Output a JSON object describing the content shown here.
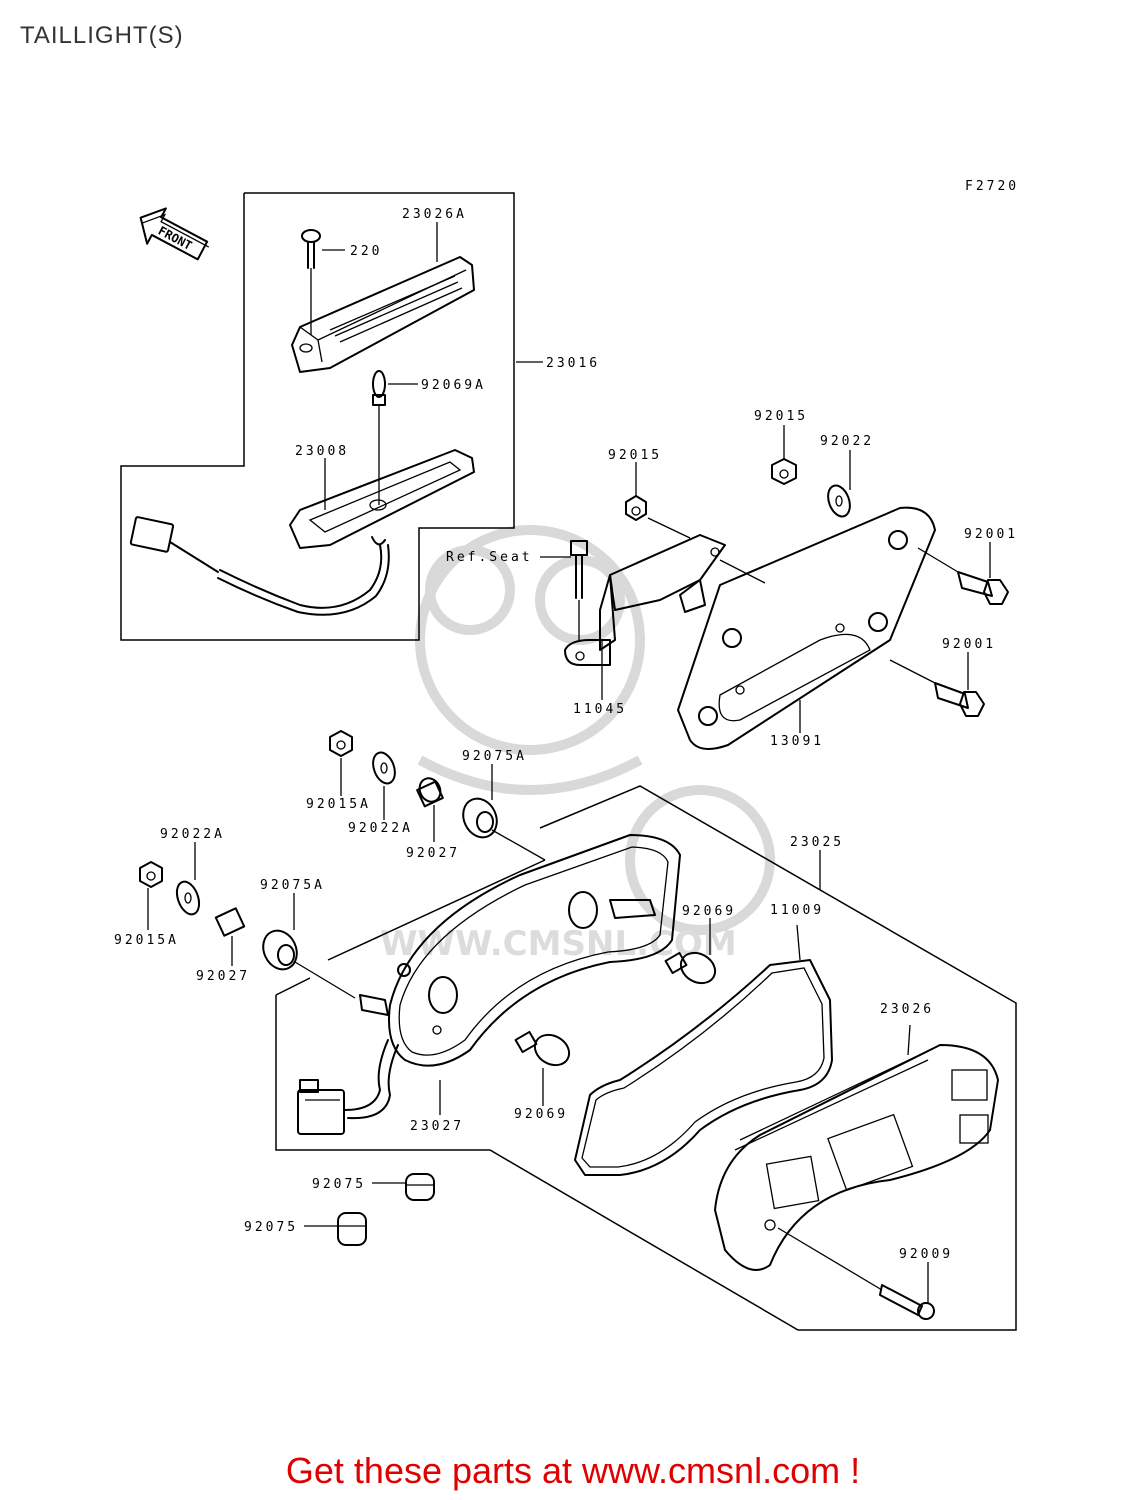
{
  "title": "TAILLIGHT(S)",
  "figure_code": "F2720",
  "front_arrow_label": "FRONT",
  "watermark_text": "WWW.CMSNL.COM",
  "callouts": [
    {
      "id": "c-23026A",
      "text": "23026A"
    },
    {
      "id": "c-220",
      "text": "220"
    },
    {
      "id": "c-23016",
      "text": "23016"
    },
    {
      "id": "c-92069A",
      "text": "92069A"
    },
    {
      "id": "c-23008",
      "text": "23008"
    },
    {
      "id": "c-92015-a",
      "text": "92015"
    },
    {
      "id": "c-92015-b",
      "text": "92015"
    },
    {
      "id": "c-92022",
      "text": "92022"
    },
    {
      "id": "c-92001-a",
      "text": "92001"
    },
    {
      "id": "c-refseat",
      "text": "Ref.Seat"
    },
    {
      "id": "c-92001-b",
      "text": "92001"
    },
    {
      "id": "c-11045",
      "text": "11045"
    },
    {
      "id": "c-13091",
      "text": "13091"
    },
    {
      "id": "c-92075A-a",
      "text": "92075A"
    },
    {
      "id": "c-92015A-a",
      "text": "92015A"
    },
    {
      "id": "c-92022A-a",
      "text": "92022A"
    },
    {
      "id": "c-92027-a",
      "text": "92027"
    },
    {
      "id": "c-23025",
      "text": "23025"
    },
    {
      "id": "c-92022A-b",
      "text": "92022A"
    },
    {
      "id": "c-92075A-b",
      "text": "92075A"
    },
    {
      "id": "c-92069-a",
      "text": "92069"
    },
    {
      "id": "c-11009",
      "text": "11009"
    },
    {
      "id": "c-92015A-b",
      "text": "92015A"
    },
    {
      "id": "c-92027-b",
      "text": "92027"
    },
    {
      "id": "c-23026",
      "text": "23026"
    },
    {
      "id": "c-92069-b",
      "text": "92069"
    },
    {
      "id": "c-23027",
      "text": "23027"
    },
    {
      "id": "c-92075-a",
      "text": "92075"
    },
    {
      "id": "c-92075-b",
      "text": "92075"
    },
    {
      "id": "c-92009",
      "text": "92009"
    }
  ],
  "footer": "Get these parts at www.cmsnl.com !",
  "colors": {
    "footer": "#e00000",
    "lines": "#000000",
    "watermark": "#d9d9d9"
  }
}
